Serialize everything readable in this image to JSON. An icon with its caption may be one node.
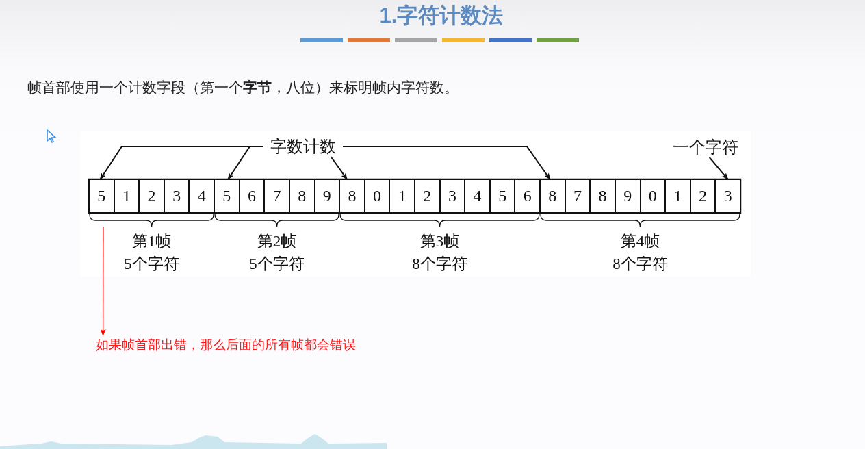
{
  "diagram": {
    "title": "1.字符计数法",
    "nodes": [
      {
        "text": [
          "字数计数"
        ]
      },
      {
        "text": [
          "一个字符"
        ]
      },
      {
        "text": [
          "5"
        ]
      },
      {
        "text": [
          "1"
        ]
      },
      {
        "text": [
          "2"
        ]
      },
      {
        "text": [
          "3"
        ]
      },
      {
        "text": [
          "4"
        ]
      },
      {
        "text": [
          "5"
        ]
      },
      {
        "text": [
          "6"
        ]
      },
      {
        "text": [
          "7"
        ]
      },
      {
        "text": [
          "8"
        ]
      },
      {
        "text": [
          "9"
        ]
      },
      {
        "text": [
          "8"
        ]
      },
      {
        "text": [
          "0"
        ]
      },
      {
        "text": [
          "1"
        ]
      },
      {
        "text": [
          "2"
        ]
      },
      {
        "text": [
          "3"
        ]
      },
      {
        "text": [
          "4"
        ]
      },
      {
        "text": [
          "5"
        ]
      },
      {
        "text": [
          "6"
        ]
      },
      {
        "text": [
          "8"
        ]
      },
      {
        "text": [
          "7"
        ]
      },
      {
        "text": [
          "8"
        ]
      },
      {
        "text": [
          "9"
        ]
      },
      {
        "text": [
          "0"
        ]
      },
      {
        "text": [
          "1"
        ]
      },
      {
        "text": [
          "2"
        ]
      },
      {
        "text": [
          "3"
        ]
      },
      {
        "text": [
          "如果帧首部出错，那么后面的所有帧都会错误"
        ]
      },
      {
        "text": [],
        "shape": "brace"
      },
      {
        "text": [],
        "shape": "brace"
      },
      {
        "text": [],
        "shape": "brace"
      },
      {
        "text": [],
        "shape": "brace"
      }
    ],
    "edges": [
      {
        "from": 0,
        "to": 2,
        "arrow": "to"
      },
      {
        "from": 0,
        "to": 7,
        "arrow": "to"
      },
      {
        "from": 0,
        "to": 12,
        "arrow": "to"
      },
      {
        "from": 0,
        "to": 20,
        "arrow": "to"
      },
      {
        "from": 1,
        "to": 27,
        "arrow": "to"
      },
      {
        "from": 29,
        "to": 28,
        "arrow": "to",
        "color": "#ff0000"
      }
    ],
    "labels": [
      "帧首部使用一个计数字段（第一个**字节**，八位）来标明帧内字符数。",
      "第1帧",
      "5个字符",
      "第2帧",
      "5个字符",
      "第3帧",
      "8个字符",
      "第4帧",
      "8个字符"
    ]
  }
}
